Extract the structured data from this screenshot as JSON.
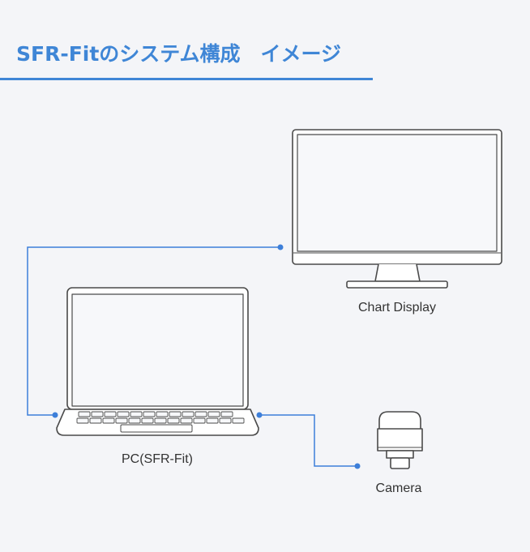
{
  "page": {
    "title": "SFR-Fitのシステム構成　イメージ"
  },
  "diagram": {
    "nodes": {
      "display": {
        "label": "Chart Display",
        "icon": "monitor-icon"
      },
      "pc": {
        "label": "PC(SFR-Fit)",
        "icon": "laptop-icon"
      },
      "camera": {
        "label": "Camera",
        "icon": "camera-icon"
      }
    },
    "connections": [
      {
        "from": "pc",
        "to": "display"
      },
      {
        "from": "pc",
        "to": "camera"
      }
    ]
  },
  "colors": {
    "accent": "#3f86d6",
    "connector": "#3d7fd9",
    "background": "#f4f5f8",
    "outline": "#4a4a4a",
    "device_fill": "#ffffff",
    "device_inner": "#f7f8fa"
  }
}
